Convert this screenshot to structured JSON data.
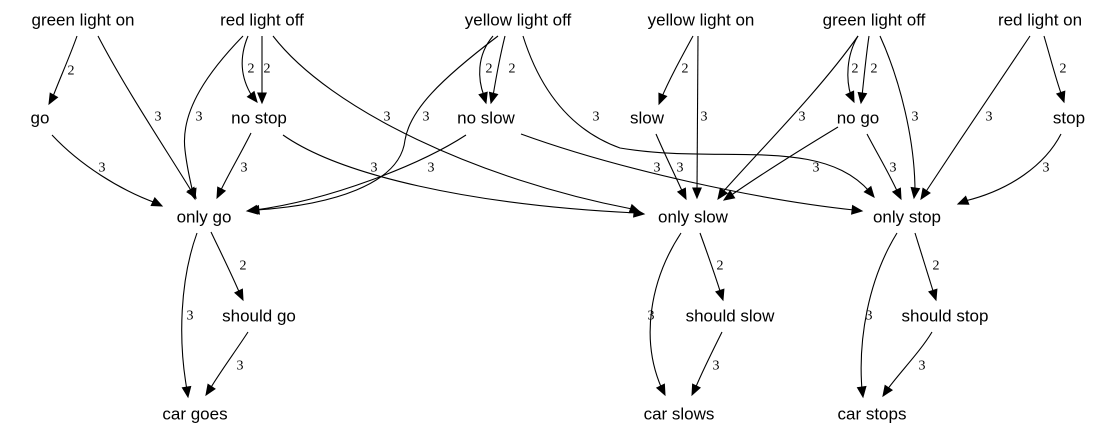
{
  "nodes": [
    {
      "id": "green_on",
      "label": "green light on"
    },
    {
      "id": "red_off",
      "label": "red light off"
    },
    {
      "id": "yellow_off",
      "label": "yellow light off"
    },
    {
      "id": "yellow_on",
      "label": "yellow light on"
    },
    {
      "id": "green_off",
      "label": "green light off"
    },
    {
      "id": "red_on",
      "label": "red light on"
    },
    {
      "id": "go",
      "label": "go"
    },
    {
      "id": "no_stop",
      "label": "no stop"
    },
    {
      "id": "no_slow",
      "label": "no slow"
    },
    {
      "id": "slow",
      "label": "slow"
    },
    {
      "id": "no_go",
      "label": "no go"
    },
    {
      "id": "stop",
      "label": "stop"
    },
    {
      "id": "only_go",
      "label": "only go"
    },
    {
      "id": "only_slow",
      "label": "only slow"
    },
    {
      "id": "only_stop",
      "label": "only stop"
    },
    {
      "id": "should_go",
      "label": "should go"
    },
    {
      "id": "should_slow",
      "label": "should slow"
    },
    {
      "id": "should_stop",
      "label": "should stop"
    },
    {
      "id": "car_goes",
      "label": "car goes"
    },
    {
      "id": "car_slows",
      "label": "car slows"
    },
    {
      "id": "car_stops",
      "label": "car stops"
    }
  ],
  "edges": [
    {
      "from": "green_on",
      "to": "go",
      "label": "2"
    },
    {
      "from": "green_on",
      "to": "only_go",
      "label": "3"
    },
    {
      "from": "red_off",
      "to": "only_go",
      "label": "3"
    },
    {
      "from": "red_off",
      "to": "no_stop",
      "label": "2"
    },
    {
      "from": "red_off",
      "to": "no_stop",
      "label": "2"
    },
    {
      "from": "red_off",
      "to": "only_slow",
      "label": "3"
    },
    {
      "from": "yellow_off",
      "to": "only_go",
      "label": "3"
    },
    {
      "from": "yellow_off",
      "to": "no_slow",
      "label": "2"
    },
    {
      "from": "yellow_off",
      "to": "no_slow",
      "label": "2"
    },
    {
      "from": "yellow_off",
      "to": "only_stop",
      "label": "3"
    },
    {
      "from": "yellow_on",
      "to": "slow",
      "label": "2"
    },
    {
      "from": "yellow_on",
      "to": "only_slow",
      "label": "3"
    },
    {
      "from": "green_off",
      "to": "only_slow",
      "label": "3"
    },
    {
      "from": "green_off",
      "to": "no_go",
      "label": "2"
    },
    {
      "from": "green_off",
      "to": "no_go",
      "label": "2"
    },
    {
      "from": "green_off",
      "to": "only_stop",
      "label": "3"
    },
    {
      "from": "red_on",
      "to": "only_stop",
      "label": "3"
    },
    {
      "from": "red_on",
      "to": "stop",
      "label": "2"
    },
    {
      "from": "go",
      "to": "only_go",
      "label": "3"
    },
    {
      "from": "no_stop",
      "to": "only_go",
      "label": "3"
    },
    {
      "from": "no_stop",
      "to": "only_slow",
      "label": "3"
    },
    {
      "from": "no_slow",
      "to": "only_go",
      "label": "3"
    },
    {
      "from": "no_slow",
      "to": "only_stop",
      "label": "3"
    },
    {
      "from": "slow",
      "to": "only_slow",
      "label": "3"
    },
    {
      "from": "no_go",
      "to": "only_slow",
      "label": "3"
    },
    {
      "from": "no_go",
      "to": "only_stop",
      "label": "3"
    },
    {
      "from": "stop",
      "to": "only_stop",
      "label": "3"
    },
    {
      "from": "only_go",
      "to": "should_go",
      "label": "2"
    },
    {
      "from": "only_go",
      "to": "car_goes",
      "label": "3"
    },
    {
      "from": "should_go",
      "to": "car_goes",
      "label": "3"
    },
    {
      "from": "only_slow",
      "to": "should_slow",
      "label": "2"
    },
    {
      "from": "only_slow",
      "to": "car_slows",
      "label": "3"
    },
    {
      "from": "should_slow",
      "to": "car_slows",
      "label": "3"
    },
    {
      "from": "only_stop",
      "to": "should_stop",
      "label": "2"
    },
    {
      "from": "only_stop",
      "to": "car_stops",
      "label": "3"
    },
    {
      "from": "should_stop",
      "to": "car_stops",
      "label": "3"
    }
  ]
}
